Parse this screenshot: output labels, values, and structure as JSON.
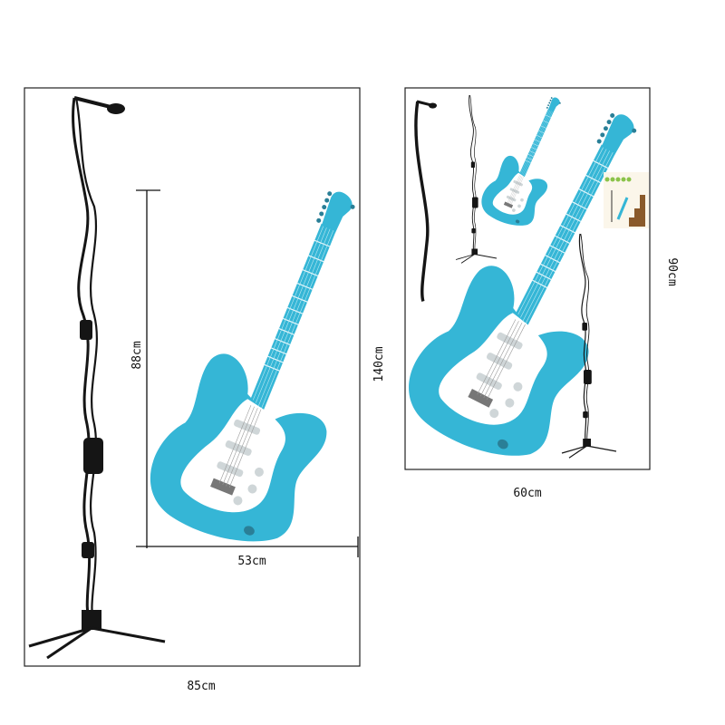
{
  "colors": {
    "guitar": "#35b6d6",
    "guitar_dark": "#1f8fb0",
    "pickguard": "#ffffff",
    "stand": "#151515",
    "frame": "#222222"
  },
  "left_panel": {
    "width_label": "85cm",
    "height_label": "140cm",
    "guitar_height_label": "88cm",
    "guitar_width_label": "53cm"
  },
  "right_panel": {
    "width_label": "60cm",
    "height_label": "90cm"
  }
}
